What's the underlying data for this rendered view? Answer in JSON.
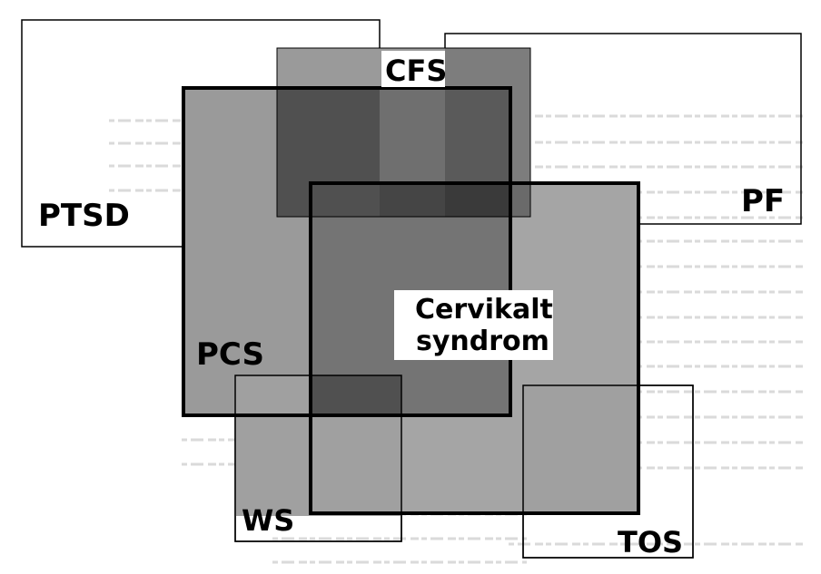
{
  "diagram": {
    "labels": {
      "ptsd": "PTSD",
      "cfs": "CFS",
      "pf": "PF",
      "pcs": "PCS",
      "cervikalt_line1": "Cervikalt",
      "cervikalt_line2": "syndrom",
      "ws": "WS",
      "tos": "TOS"
    },
    "colors": {
      "frame": "#000000",
      "fill_light": "#9a9a9a",
      "fill_dark": "#5a5a5a",
      "label_bg": "#ffffff",
      "bleed_text": "#d0d0d0"
    }
  }
}
